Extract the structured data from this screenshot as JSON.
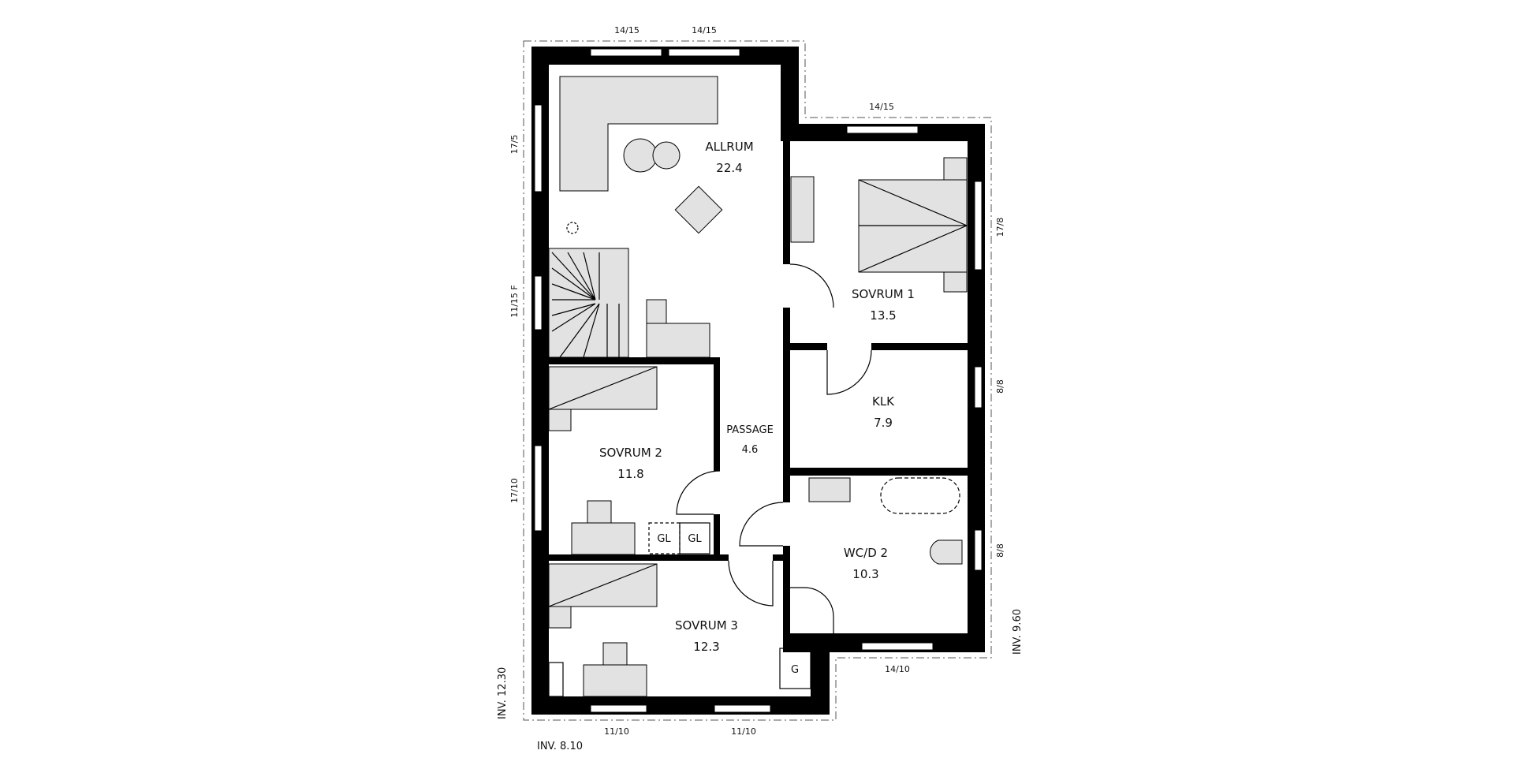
{
  "rooms": [
    {
      "name": "ALLRUM",
      "area": "22.4"
    },
    {
      "name": "SOVRUM 1",
      "area": "13.5"
    },
    {
      "name": "KLK",
      "area": "7.9"
    },
    {
      "name": "PASSAGE",
      "area": "4.6"
    },
    {
      "name": "SOVRUM 2",
      "area": "11.8"
    },
    {
      "name": "WC/D 2",
      "area": "10.3"
    },
    {
      "name": "SOVRUM 3",
      "area": "12.3"
    }
  ],
  "fixtures": {
    "gl1": "GL",
    "gl2": "GL",
    "g": "G"
  },
  "window_labels": {
    "top_left_1": "14/15",
    "top_left_2": "14/15",
    "top_right": "14/15",
    "left_1": "17/5",
    "left_2": "11/15 F",
    "left_3": "17/10",
    "right_1": "17/8",
    "right_2": "8/8",
    "right_3": "8/8",
    "bottom_right": "14/10",
    "bottom_1": "11/10",
    "bottom_2": "11/10"
  },
  "dimensions": {
    "inv_bottom": "INV. 8.10",
    "inv_left": "INV. 12.30",
    "inv_right": "INV. 9.60"
  }
}
